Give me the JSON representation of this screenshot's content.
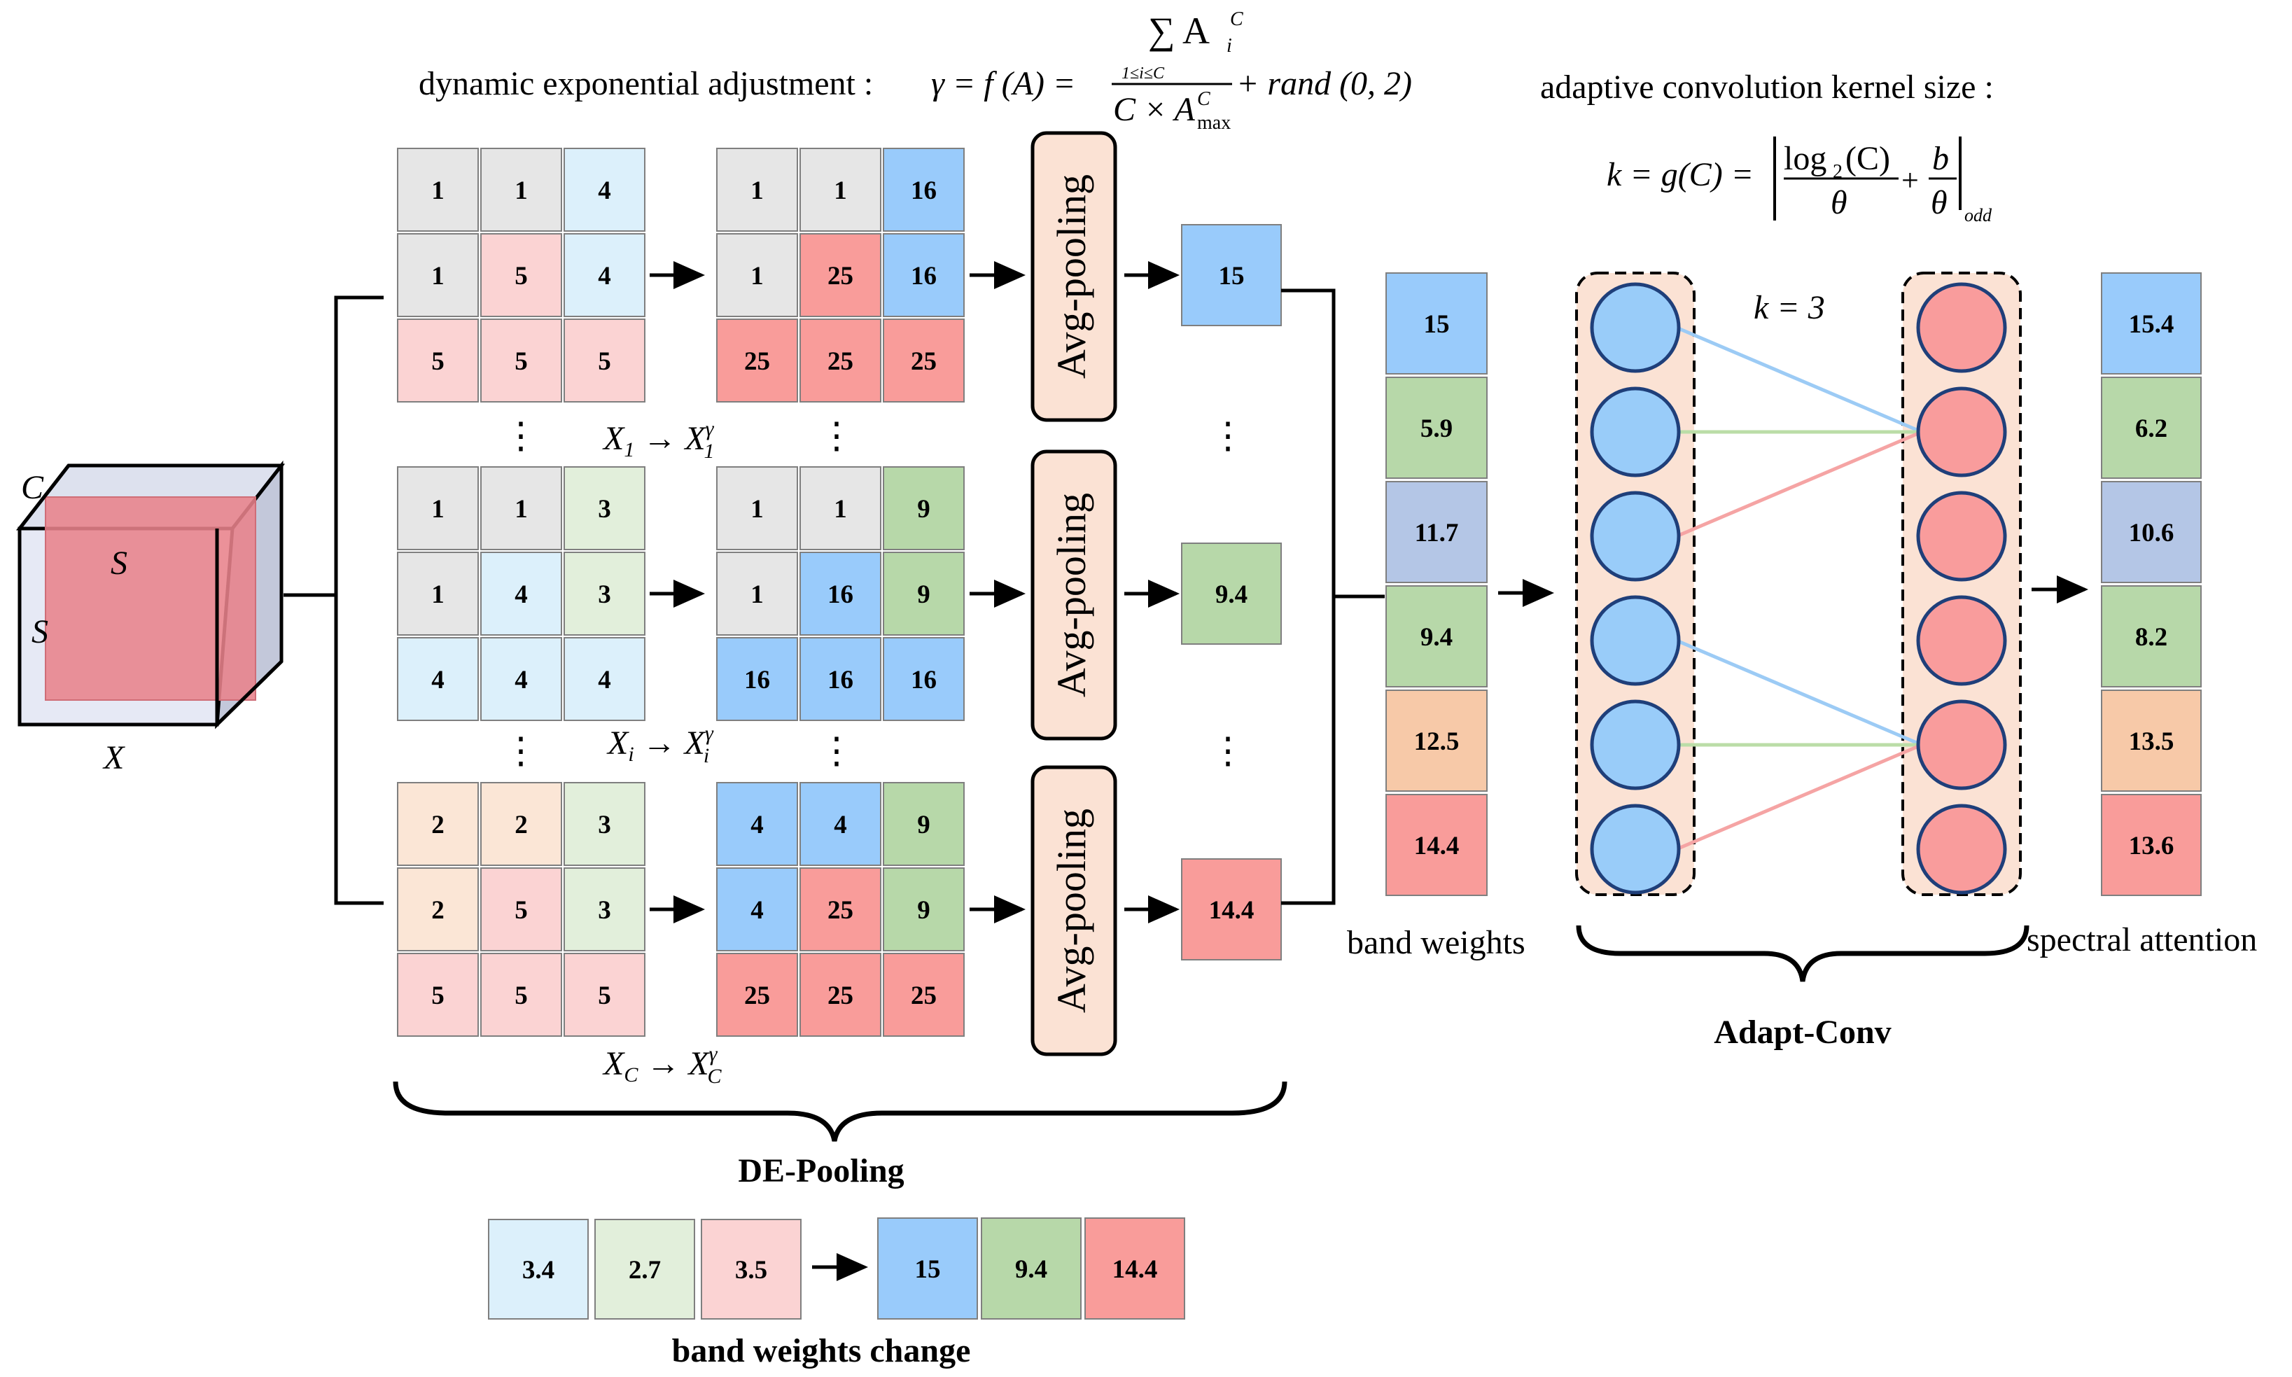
{
  "colors": {
    "gray": "#e6e6e6",
    "light_blue": "#dcf0fb",
    "light_pink": "#fbd3d3",
    "light_green": "#e2efdb",
    "light_peach": "#fbe6d6",
    "blue": "#99cbfb",
    "red": "#f99c9a",
    "green": "#b7d8a9",
    "lavender": "#b4c6e6",
    "peach": "#f7c9a8",
    "block_fill": "#fbe2d4",
    "edge_blue": "#9ccbf5",
    "edge_green": "#bbdda7",
    "edge_pink": "#f5a4a4"
  },
  "formula_left": {
    "prefix": "dynamic exponential adjustment :",
    "lhs": "γ = f (A) =",
    "numerator": "∑ A",
    "num_sup": "C",
    "num_sub": "i",
    "sum_range": "1≤i≤C",
    "denominator": "C × A",
    "den_sup": "C",
    "den_sub": "max",
    "tail": "+ rand (0, 2)"
  },
  "formula_right": {
    "title": "adaptive convolution kernel size :",
    "lhs": "k = g(C) =",
    "numerator": "log",
    "num_sub": "2",
    "num_arg": "(C)",
    "den": "θ",
    "plus_num": "b",
    "plus_den": "θ",
    "sub": "odd"
  },
  "cube": {
    "C": "C",
    "S_top": "S",
    "S_left": "S",
    "X": "X"
  },
  "de_rows": [
    {
      "input": [
        [
          "1",
          "1",
          "4"
        ],
        [
          "1",
          "5",
          "4"
        ],
        [
          "5",
          "5",
          "5"
        ]
      ],
      "output": [
        [
          "1",
          "1",
          "16"
        ],
        [
          "1",
          "25",
          "16"
        ],
        [
          "25",
          "25",
          "25"
        ]
      ],
      "input_colors": [
        [
          "gray",
          "gray",
          "light_blue"
        ],
        [
          "gray",
          "light_pink",
          "light_blue"
        ],
        [
          "light_pink",
          "light_pink",
          "light_pink"
        ]
      ],
      "output_colors": [
        [
          "gray",
          "gray",
          "blue"
        ],
        [
          "gray",
          "red",
          "blue"
        ],
        [
          "red",
          "red",
          "red"
        ]
      ],
      "pool_label": "Avg-pooling",
      "pooled": "15",
      "pooled_color": "blue",
      "map_label": {
        "x": "X",
        "x_sub": "1",
        "arrow": "→",
        "y": "X",
        "y_sub": "1",
        "y_sup": "γ"
      }
    },
    {
      "input": [
        [
          "1",
          "1",
          "3"
        ],
        [
          "1",
          "4",
          "3"
        ],
        [
          "4",
          "4",
          "4"
        ]
      ],
      "output": [
        [
          "1",
          "1",
          "9"
        ],
        [
          "1",
          "16",
          "9"
        ],
        [
          "16",
          "16",
          "16"
        ]
      ],
      "input_colors": [
        [
          "gray",
          "gray",
          "light_green"
        ],
        [
          "gray",
          "light_blue",
          "light_green"
        ],
        [
          "light_blue",
          "light_blue",
          "light_blue"
        ]
      ],
      "output_colors": [
        [
          "gray",
          "gray",
          "green"
        ],
        [
          "gray",
          "blue",
          "green"
        ],
        [
          "blue",
          "blue",
          "blue"
        ]
      ],
      "pool_label": "Avg-pooling",
      "pooled": "9.4",
      "pooled_color": "green",
      "map_label": {
        "x": "X",
        "x_sub": "i",
        "arrow": "→",
        "y": "X",
        "y_sub": "i",
        "y_sup": "γ"
      }
    },
    {
      "input": [
        [
          "2",
          "2",
          "3"
        ],
        [
          "2",
          "5",
          "3"
        ],
        [
          "5",
          "5",
          "5"
        ]
      ],
      "output": [
        [
          "4",
          "4",
          "9"
        ],
        [
          "4",
          "25",
          "9"
        ],
        [
          "25",
          "25",
          "25"
        ]
      ],
      "input_colors": [
        [
          "light_peach",
          "light_peach",
          "light_green"
        ],
        [
          "light_peach",
          "light_pink",
          "light_green"
        ],
        [
          "light_pink",
          "light_pink",
          "light_pink"
        ]
      ],
      "output_colors": [
        [
          "blue",
          "blue",
          "green"
        ],
        [
          "blue",
          "red",
          "green"
        ],
        [
          "red",
          "red",
          "red"
        ]
      ],
      "pool_label": "Avg-pooling",
      "pooled": "14.4",
      "pooled_color": "red",
      "map_label": {
        "x": "X",
        "x_sub": "C",
        "arrow": "→",
        "y": "X",
        "y_sub": "C",
        "y_sup": "γ"
      }
    }
  ],
  "ellipsis": "⋮",
  "de_pooling_label": "DE-Pooling",
  "band_weights": {
    "values": [
      "15",
      "5.9",
      "11.7",
      "9.4",
      "12.5",
      "14.4"
    ],
    "colors": [
      "blue",
      "green",
      "lavender",
      "green",
      "peach",
      "red"
    ],
    "label": "band weights"
  },
  "adapt_conv": {
    "k_label": "k = 3",
    "label": "Adapt-Conv"
  },
  "spectral_attention": {
    "values": [
      "15.4",
      "6.2",
      "10.6",
      "8.2",
      "13.5",
      "13.6"
    ],
    "colors": [
      "blue",
      "green",
      "lavender",
      "green",
      "peach",
      "red"
    ],
    "label": "spectral attention"
  },
  "band_weights_change": {
    "before": [
      "3.4",
      "2.7",
      "3.5"
    ],
    "before_colors": [
      "light_blue",
      "light_green",
      "light_pink"
    ],
    "after": [
      "15",
      "9.4",
      "14.4"
    ],
    "after_colors": [
      "blue",
      "green",
      "red"
    ],
    "label": "band weights change"
  }
}
